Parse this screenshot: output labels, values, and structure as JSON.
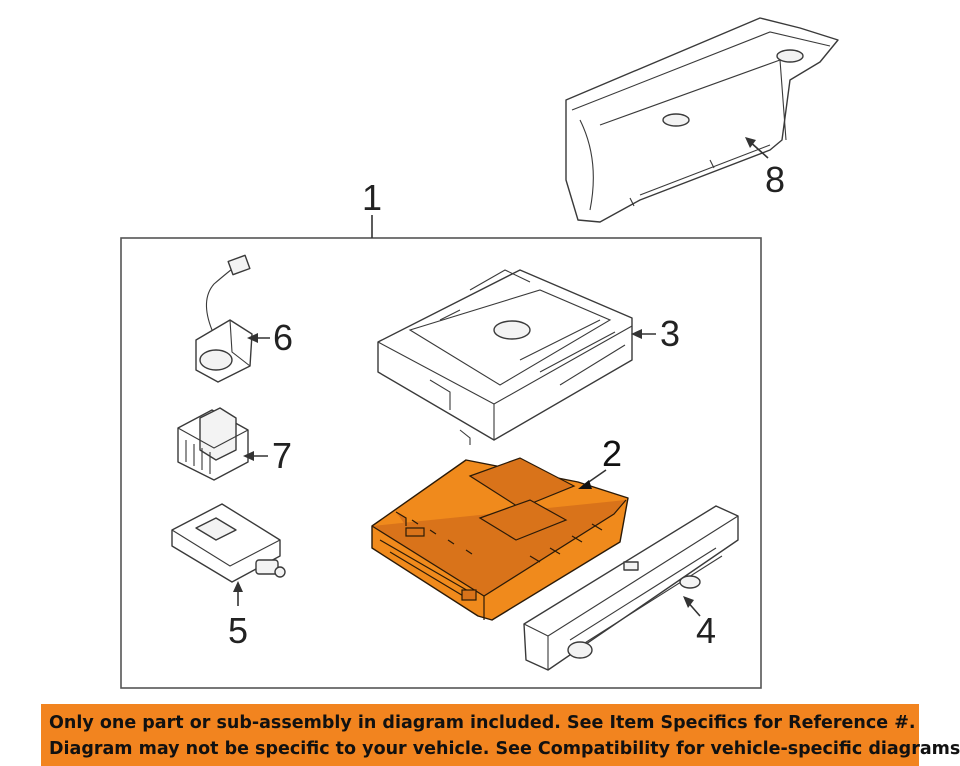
{
  "callouts": {
    "c1": "1",
    "c2": "2",
    "c3": "3",
    "c4": "4",
    "c5": "5",
    "c6": "6",
    "c7": "7",
    "c8": "8"
  },
  "banner": {
    "line1": "Only one part or sub-assembly in diagram included. See Item Specifics for Reference #.",
    "line2": "Diagram may not be specific to your vehicle. See Compatibility for vehicle-specific diagrams."
  },
  "colors": {
    "highlight": "#f08a1c",
    "banner": "#f2841f"
  }
}
